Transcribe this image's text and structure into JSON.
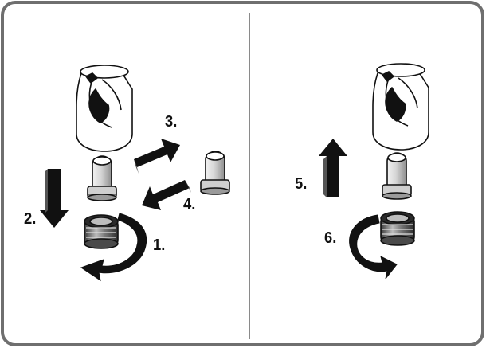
{
  "steps": [
    {
      "label": "1."
    },
    {
      "label": "2."
    },
    {
      "label": "3."
    },
    {
      "label": "4."
    },
    {
      "label": "5."
    },
    {
      "label": "6."
    }
  ],
  "colors": {
    "frame": "#6f6f6f",
    "divider": "#8a8a8a",
    "ink": "#111111",
    "part_light": "#d9d9d9",
    "part_shadow": "#8c8c8c",
    "background": "#ffffff"
  },
  "icons": {
    "container": "carafe-base-icon",
    "nozzle": "nozzle-insert-icon",
    "nut": "threaded-nut-icon",
    "rotate": "rotate-arrow-icon",
    "move": "straight-arrow-icon"
  }
}
